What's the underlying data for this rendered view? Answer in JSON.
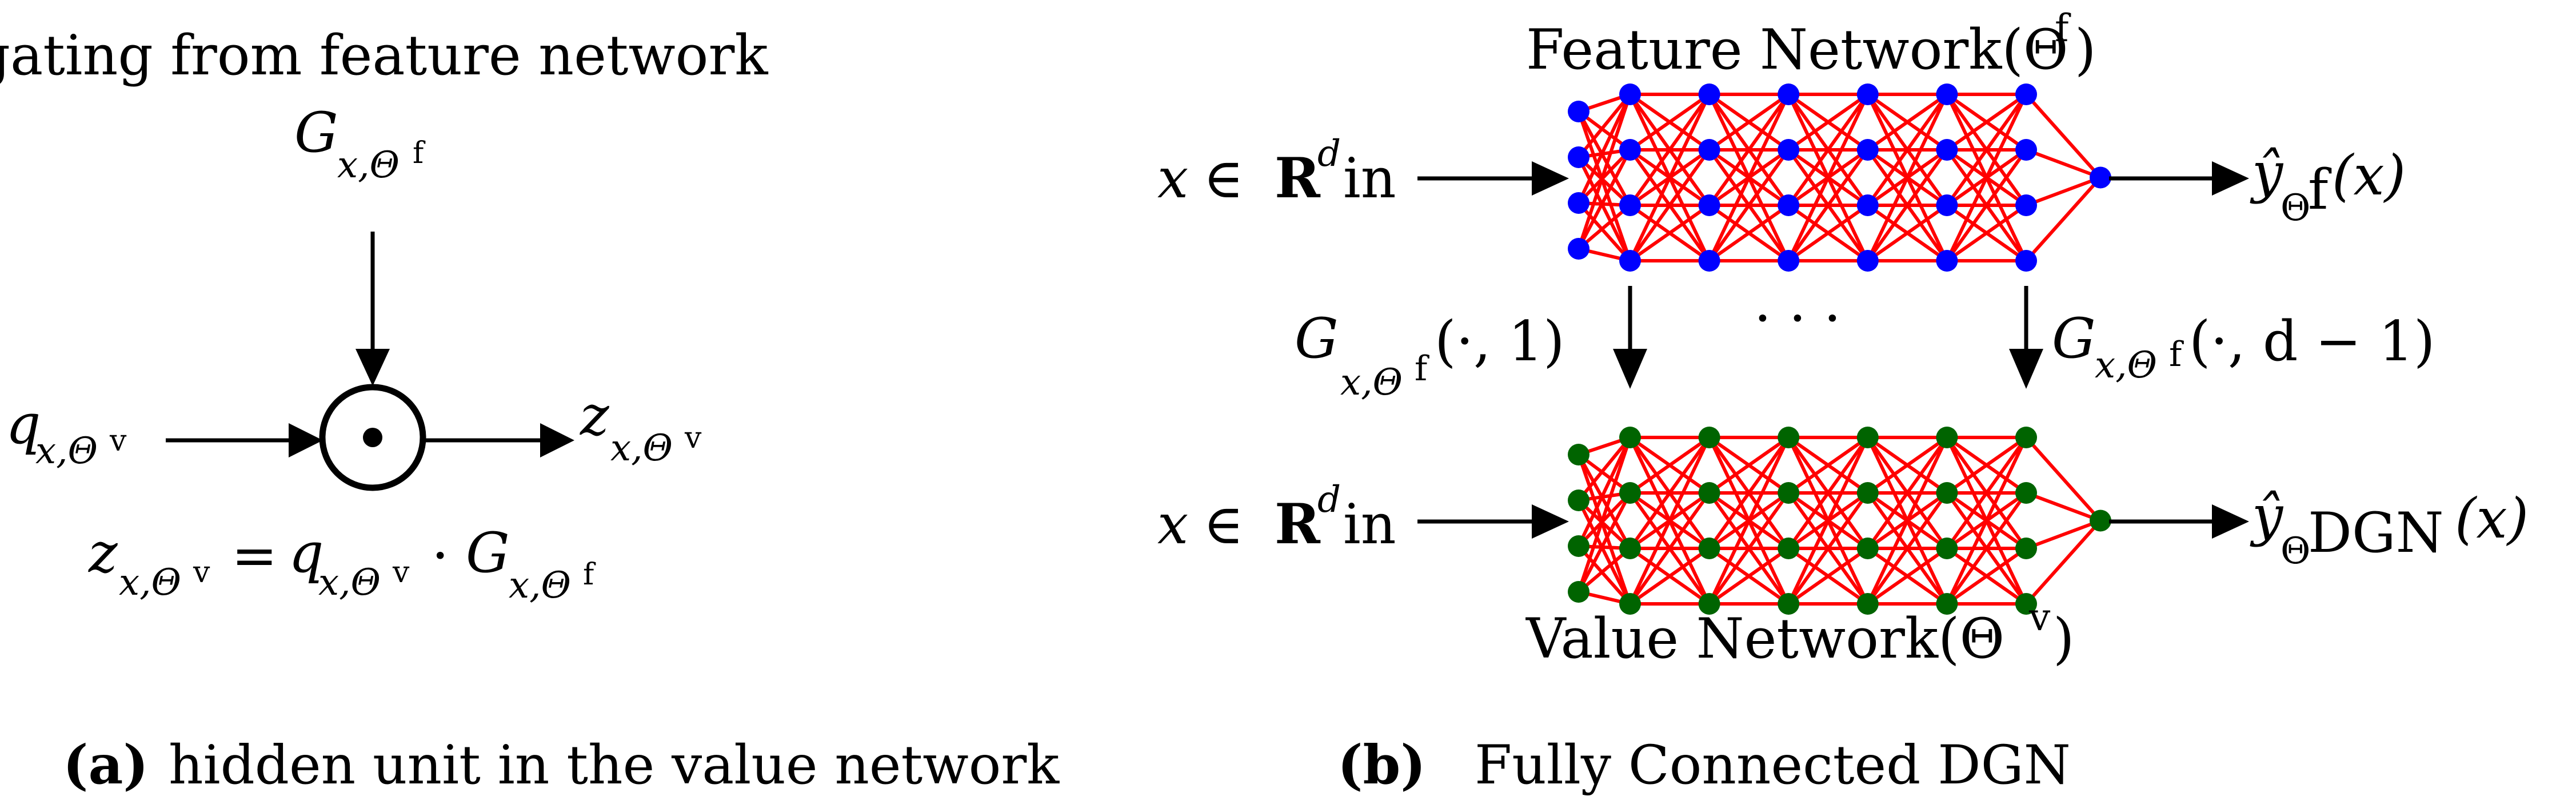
{
  "panel_a": {
    "caption_tag": "(a)",
    "caption": "hidden unit in the value network",
    "gating_title": "gating from feature network",
    "gate_symbol": "G",
    "gate_subscript": "x,Θ",
    "gate_superscript": "f",
    "input_symbol": "q",
    "input_subscript": "x,Θ",
    "input_superscript": "v",
    "output_symbol": "z",
    "output_subscript": "x,Θ",
    "output_superscript": "v",
    "node_symbol": "⊙",
    "equation": {
      "lhs": "z",
      "lhs_sub": "x,Θ",
      "lhs_sup": "v",
      "equals": "=",
      "q": "q",
      "q_sub": "x,Θ",
      "q_sup": "v",
      "dot": "·",
      "g": "G",
      "g_sub": "x,Θ",
      "g_sup": "f"
    }
  },
  "panel_b": {
    "caption_tag": "(b)",
    "caption": "Fully Connected DGN",
    "feature_title": "Feature Network(Θ",
    "feature_title_sup": "f",
    "feature_title_end": ")",
    "value_title": "Value Network(Θ",
    "value_title_sup": "v",
    "value_title_end": ")",
    "input_top": {
      "x": "x",
      "in": "∈",
      "R": "R",
      "sup": "d",
      "subsup": "in"
    },
    "input_bottom": {
      "x": "x",
      "in": "∈",
      "R": "R",
      "sup": "d",
      "subsup": "in"
    },
    "output_top": {
      "y": "ŷ",
      "sub": "Θ",
      "subsup": "f",
      "arg": "(x)"
    },
    "output_bottom": {
      "y": "ŷ",
      "sub": "Θ",
      "subsup": "DGN",
      "arg": "(x)"
    },
    "gate_left": {
      "g": "G",
      "sub": "x,Θ",
      "subsup": "f",
      "arg": "(·, 1)"
    },
    "gate_right": {
      "g": "G",
      "sub": "x,Θ",
      "subsup": "f",
      "arg": "(·, d − 1)"
    },
    "ellipsis": "· · ·",
    "feature_node_color": "#0000ff",
    "value_node_color": "#006400",
    "edge_color": "#ff0000",
    "hidden_layers": 6,
    "nodes_per_layer": 4
  }
}
